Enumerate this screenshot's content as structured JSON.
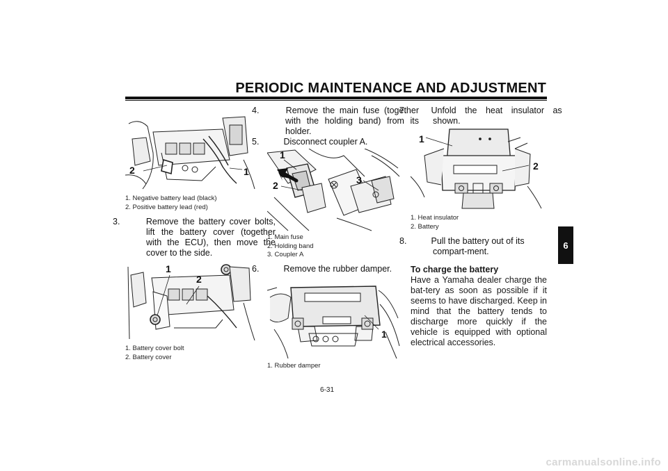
{
  "header": {
    "title": "PERIODIC MAINTENANCE AND ADJUSTMENT",
    "section_tab": "6",
    "page_number": "6-31"
  },
  "fig1": {
    "callouts": [
      "1",
      "2"
    ],
    "captions": [
      "1. Negative battery lead (black)",
      "2. Positive battery lead (red)"
    ]
  },
  "step3": {
    "num": "3.",
    "text": "Remove the battery cover bolts, lift the battery cover (together with the ECU), then move the cover to the side."
  },
  "fig2": {
    "callouts": [
      "1",
      "2"
    ],
    "captions": [
      "1. Battery cover bolt",
      "2. Battery cover"
    ]
  },
  "step4": {
    "num": "4.",
    "text": "Remove the main fuse (together with the holding band) from its holder."
  },
  "step5": {
    "num": "5.",
    "text": "Disconnect coupler A."
  },
  "fig3": {
    "callouts": [
      "1",
      "2",
      "3"
    ],
    "captions": [
      "1. Main fuse",
      "2. Holding band",
      "3. Coupler A"
    ]
  },
  "step6": {
    "num": "6.",
    "text": "Remove the rubber damper."
  },
  "fig4": {
    "callouts": [
      "1"
    ],
    "captions": [
      "1. Rubber damper"
    ]
  },
  "step7": {
    "num": "7.",
    "text": "Unfold the heat insulator as shown."
  },
  "fig5": {
    "callouts": [
      "1",
      "2"
    ],
    "captions": [
      "1. Heat insulator",
      "2. Battery"
    ]
  },
  "step8": {
    "num": "8.",
    "text": "Pull the battery out of its compart-ment."
  },
  "charge": {
    "heading": "To charge the battery",
    "body": "Have a Yamaha dealer charge the bat-tery as soon as possible if it seems to have discharged. Keep in mind that the battery tends to discharge more quickly if the vehicle is equipped with optional electrical accessories."
  },
  "watermark": "carmanualsonline.info"
}
